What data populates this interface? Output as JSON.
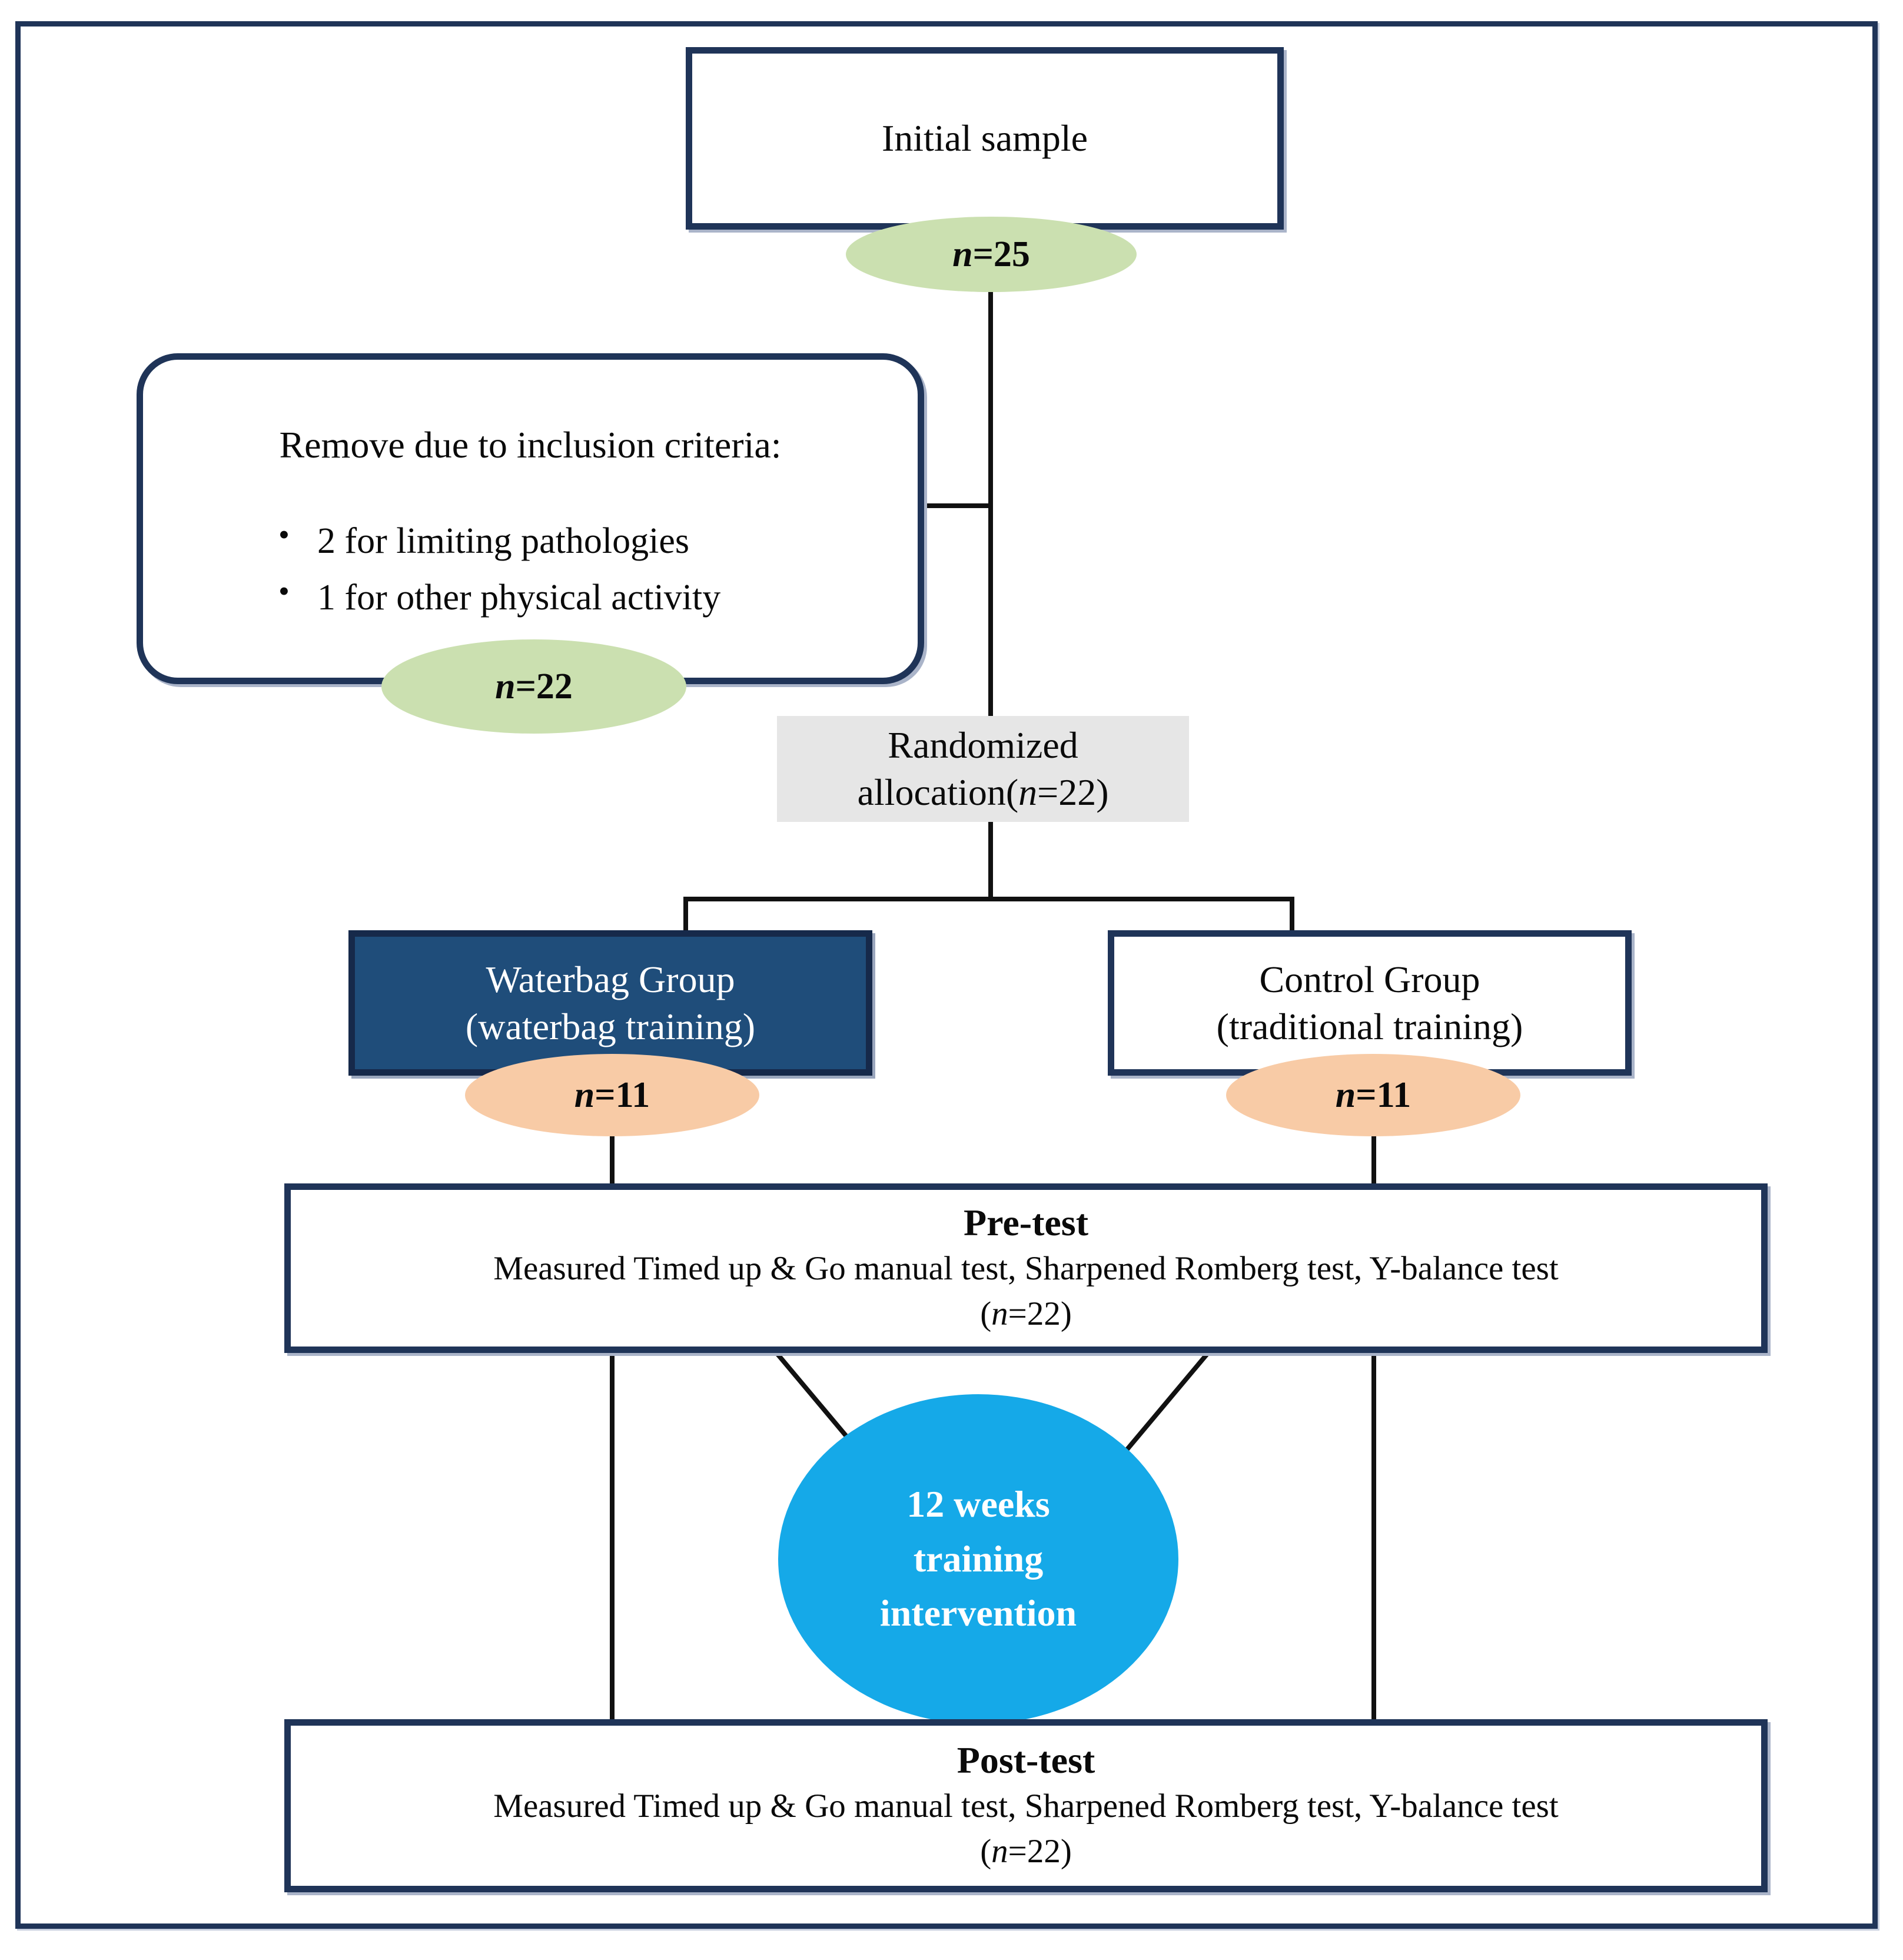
{
  "figure": {
    "title": "Study design flow diagram",
    "colors": {
      "frame_navy": "#1f3458",
      "box_border_navy": "#1f3458",
      "waterbag_fill": "#1f4d7a",
      "grey_fill": "#e6e6e6",
      "ellipse_green": "#cbe0b0",
      "ellipse_peach": "#f8cba6",
      "ellipse_blue": "#15a9e8",
      "connector_black": "#111111"
    }
  },
  "nodes": {
    "initial_sample": {
      "label": "Initial sample",
      "badge": {
        "n_prefix": "n",
        "n_value": "=25"
      }
    },
    "removed": {
      "heading": "Remove due to inclusion criteria:",
      "items": [
        "2 for limiting pathologies",
        "1 for other physical activity"
      ],
      "badge": {
        "n_prefix": "n",
        "n_value": "=22"
      }
    },
    "randomized": {
      "line1": "Randomized",
      "line2_prefix": "allocation(",
      "line2_n": "n",
      "line2_suffix": "=22)"
    },
    "waterbag_group": {
      "line1": "Waterbag Group",
      "line2": "(waterbag training)",
      "badge": {
        "n_prefix": "n",
        "n_value": "=11"
      }
    },
    "control_group": {
      "line1": "Control Group",
      "line2": "(traditional training)",
      "badge": {
        "n_prefix": "n",
        "n_value": "=11"
      }
    },
    "pretest": {
      "title": "Pre-test",
      "measures": "Measured Timed up & Go manual test, Sharpened Romberg test, Y-balance test",
      "n_open": "(",
      "n_prefix": "n",
      "n_close": "=22)"
    },
    "intervention": {
      "line1_bold": "12",
      "line1_rest": " weeks",
      "line2": "training",
      "line3": "intervention"
    },
    "posttest": {
      "title": "Post-test",
      "measures": "Measured Timed up & Go manual test, Sharpened Romberg test, Y-balance test",
      "n_open": "(",
      "n_prefix": "n",
      "n_close": "=22)"
    }
  }
}
